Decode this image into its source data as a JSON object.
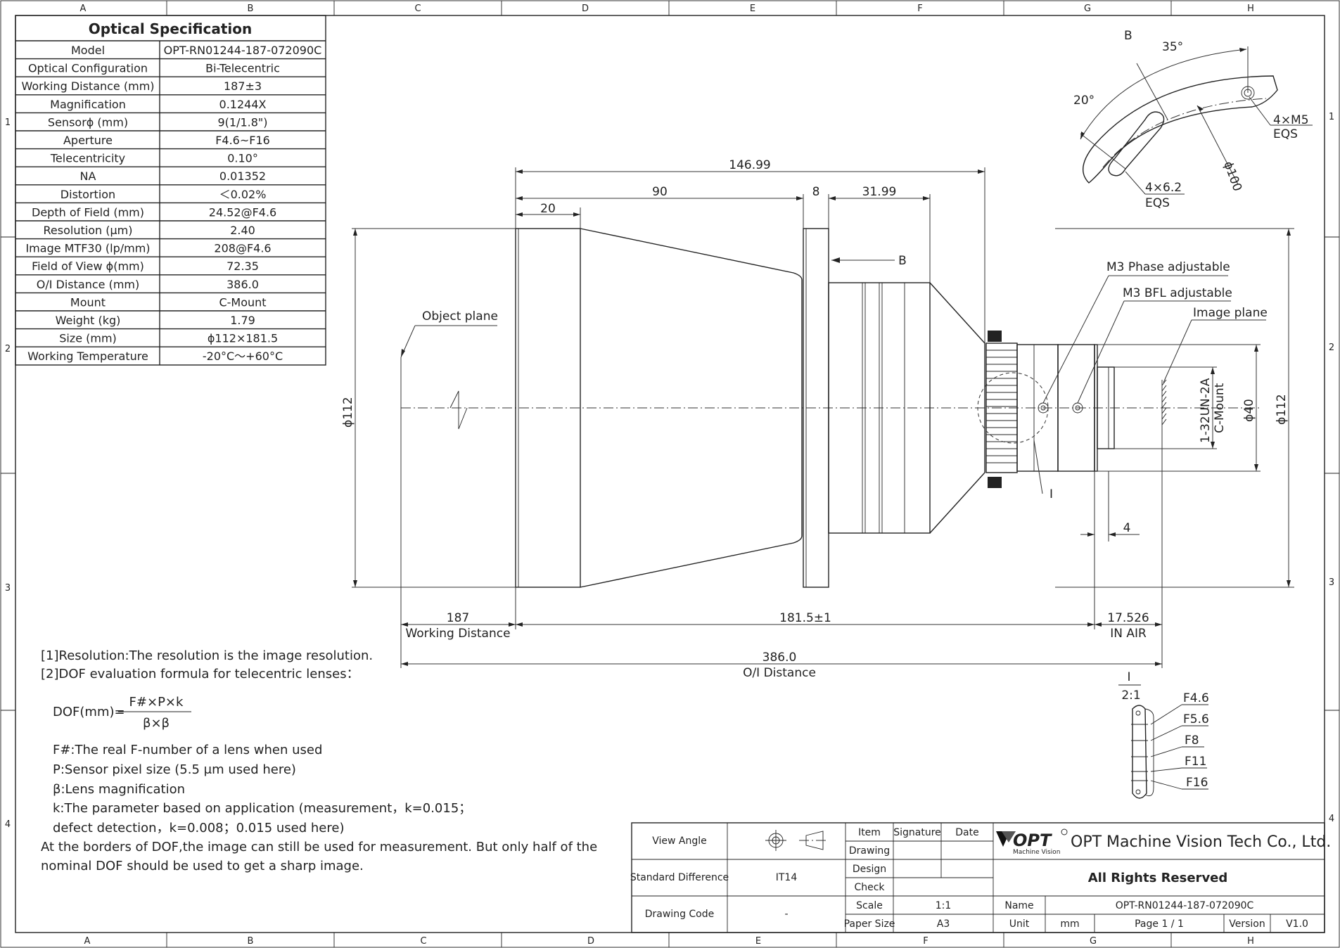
{
  "frame": {
    "columns": [
      "A",
      "B",
      "C",
      "D",
      "E",
      "F",
      "G",
      "H"
    ],
    "rows": [
      "1",
      "2",
      "3",
      "4"
    ]
  },
  "spec": {
    "title": "Optical Specification",
    "rows": [
      {
        "label": "Model",
        "value": "OPT-RN01244-187-072090C"
      },
      {
        "label": "Optical Configuration",
        "value": "Bi-Telecentric"
      },
      {
        "label": "Working Distance (mm)",
        "value": "187±3"
      },
      {
        "label": "Magnification",
        "value": "0.1244X"
      },
      {
        "label": "Sensorϕ (mm)",
        "value": "9(1/1.8\")"
      },
      {
        "label": "Aperture",
        "value": "F4.6~F16"
      },
      {
        "label": "Telecentricity",
        "value": "0.10°"
      },
      {
        "label": "NA",
        "value": "0.01352"
      },
      {
        "label": "Distortion",
        "value": "＜0.02%"
      },
      {
        "label": "Depth of Field (mm)",
        "value": "24.52@F4.6"
      },
      {
        "label": "Resolution (μm)",
        "value": "2.40"
      },
      {
        "label": "Image MTF30 (lp/mm)",
        "value": "208@F4.6"
      },
      {
        "label": "Field of View ϕ(mm)",
        "value": "72.35"
      },
      {
        "label": "O/I Distance (mm)",
        "value": "386.0"
      },
      {
        "label": "Mount",
        "value": "C-Mount"
      },
      {
        "label": "Weight (kg)",
        "value": "1.79"
      },
      {
        "label": "Size (mm)",
        "value": "ϕ112×181.5"
      },
      {
        "label": "Working Temperature",
        "value": "-20°C～+60°C"
      }
    ]
  },
  "dims": {
    "d146": "146.99",
    "d90": "90",
    "d20": "20",
    "d8": "8",
    "d3199": "31.99",
    "b_label": "B",
    "phi112_left": "ϕ112",
    "phi112_right": "ϕ112",
    "phi40": "ϕ40",
    "thread1": "1-32UN-2A",
    "thread2": "C-Mount",
    "object_plane": "Object plane",
    "m3_phase": "M3 Phase adjustable",
    "m3_bfl": "M3 BFL adjustable",
    "image_plane": "Image plane",
    "detail_I": "I",
    "d4": "4",
    "d187": "187",
    "working_distance": "Working Distance",
    "d1815": "181.5±1",
    "d17526": "17.526",
    "in_air": "IN AIR",
    "d386": "386.0",
    "oi_distance": "O/I Distance"
  },
  "view_b": {
    "label": "B",
    "angle35": "35°",
    "angle20": "20°",
    "holes": "4×M5",
    "holes_eqs": "EQS",
    "slots": "4×6.2",
    "slots_eqs": "EQS",
    "diameter": "ϕ100"
  },
  "detail": {
    "title": "I",
    "scale": "2:1",
    "stops": [
      "F4.6",
      "F5.6",
      "F8",
      "F11",
      "F16"
    ]
  },
  "notes": {
    "line1": "[1]Resolution:The resolution is  the image resolution.",
    "line2": "[2]DOF evaluation formula for telecentric lenses：",
    "formula_lhs": "DOF(mm)=",
    "formula_num": "F#×P×k",
    "formula_den": "β×β",
    "def1": "F#:The real F-number of a lens when used",
    "def2": "P:Sensor pixel size (5.5 μm used here)",
    "def3": "β:Lens magnification",
    "def4": "k:The parameter based on application (measurement，k=0.015；",
    "def5": "defect detection，k=0.008；0.015 used here)",
    "tail1": "At the borders of DOF,the image can still be used for measurement. But only half of the",
    "tail2": "nominal DOF should be used to get a sharp image."
  },
  "title_block": {
    "view_angle": "View Angle",
    "standard_difference": "Standard Difference",
    "std_value": "IT14",
    "drawing_code": "Drawing Code",
    "code_value": "-",
    "item": "Item",
    "signature": "Signature",
    "date": "Date",
    "drawing": "Drawing",
    "design": "Design",
    "check": "Check",
    "scale": "Scale",
    "scale_value": "1:1",
    "paper_size": "Paper Size",
    "paper_value": "A3",
    "logo_text": "OPT",
    "logo_sub": "Machine Vision",
    "company": "OPT Machine Vision Tech Co., Ltd.",
    "rights": "All Rights Reserved",
    "name": "Name",
    "name_value": "OPT-RN01244-187-072090C",
    "unit": "Unit",
    "unit_value": "mm",
    "page": "Page  1 / 1",
    "version": "Version",
    "version_value": "V1.0"
  }
}
